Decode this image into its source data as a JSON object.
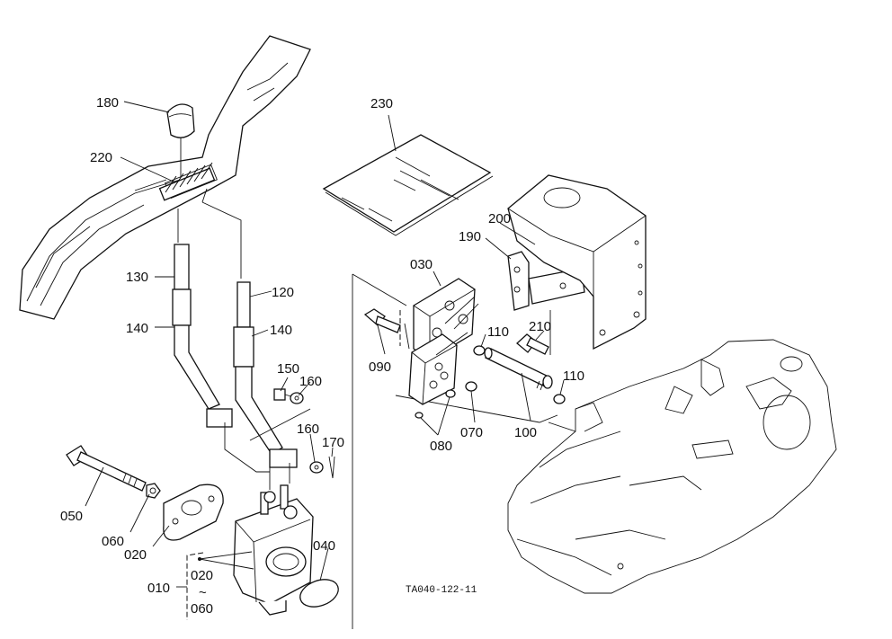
{
  "figure_code": "TA040-122-11",
  "labels": {
    "p180": "180",
    "p220": "220",
    "p130": "130",
    "p140a": "140",
    "p120": "120",
    "p140b": "140",
    "p150": "150",
    "p160a": "160",
    "p160b": "160",
    "p170": "170",
    "p050": "050",
    "p060": "060",
    "p020": "020",
    "p010": "010",
    "p020b": "020",
    "tilde": "~",
    "p060b": "060",
    "p040": "040",
    "p230": "230",
    "p200": "200",
    "p190": "190",
    "p030": "030",
    "p110a": "110",
    "p210": "210",
    "p090": "090",
    "p110b": "110",
    "p080": "080",
    "p070": "070",
    "p100": "100"
  }
}
